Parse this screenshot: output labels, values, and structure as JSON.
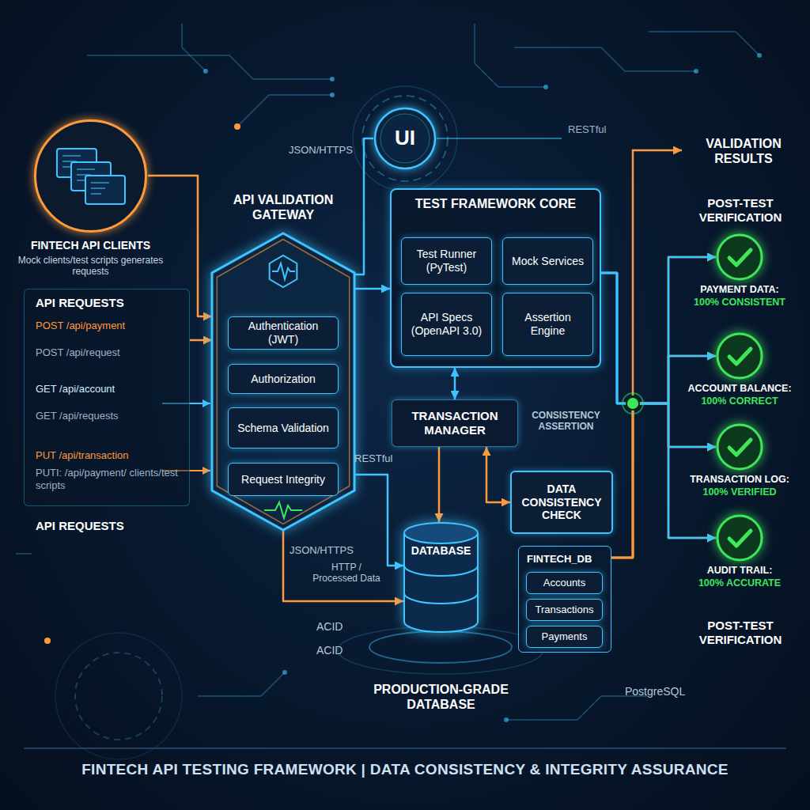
{
  "diagram": {
    "caption": "FINTECH API TESTING FRAMEWORK | DATA CONSISTENCY & INTEGRITY ASSURANCE",
    "nodes": [
      {
        "text": [
          "FINTECH API CLIENTS",
          "Mock clients/test scripts generates requests"
        ]
      },
      {
        "text": [
          "API REQUESTS",
          "POST /api/payment",
          "POST /api/request",
          "GET /api/account",
          "GET /api/requests",
          "PUT /api/transaction",
          "PUTI: /api/payment/ clients/test scripts",
          "API REQUESTS"
        ]
      },
      {
        "text": [
          "API VALIDATION GATEWAY"
        ]
      },
      {
        "text": [
          "Authentication (JWT)"
        ],
        "in": 2
      },
      {
        "text": [
          "Authorization"
        ],
        "in": 2
      },
      {
        "text": [
          "Schema Validation"
        ],
        "in": 2
      },
      {
        "text": [
          "Request Integrity"
        ],
        "in": 2
      },
      {
        "text": [
          "UI"
        ]
      },
      {
        "text": [
          "TEST FRAMEWORK CORE"
        ]
      },
      {
        "text": [
          "Test Runner (PyTest)"
        ],
        "in": 8
      },
      {
        "text": [
          "Mock Services"
        ],
        "in": 8
      },
      {
        "text": [
          "API Specs (OpenAPI 3.0)"
        ],
        "in": 8
      },
      {
        "text": [
          "Assertion Engine"
        ],
        "in": 8
      },
      {
        "text": [
          "TRANSACTION MANAGER"
        ]
      },
      {
        "text": [
          "DATA CONSISTENCY CHECK"
        ]
      },
      {
        "text": [
          "DATABASE",
          "PRODUCTION-GRADE DATABASE"
        ]
      },
      {
        "text": [
          "FINTECH_DB"
        ]
      },
      {
        "text": [
          "Accounts"
        ],
        "in": 16
      },
      {
        "text": [
          "Transactions"
        ],
        "in": 16
      },
      {
        "text": [
          "Payments"
        ],
        "in": 16
      },
      {
        "text": [
          "PAYMENT DATA:",
          "100% CONSISTENT"
        ]
      },
      {
        "text": [
          "ACCOUNT BALANCE:",
          "100% CORRECT"
        ]
      },
      {
        "text": [
          "TRANSACTION LOG:",
          "100% VERIFIED"
        ]
      },
      {
        "text": [
          "AUDIT TRAIL:",
          "100% ACCURATE"
        ]
      }
    ],
    "edges": [
      {
        "from": 0,
        "to": 2,
        "arrow": "to"
      },
      {
        "from": 1,
        "to": 2,
        "arrow": "to"
      },
      {
        "from": 2,
        "to": 7,
        "arrow": "none"
      },
      {
        "from": 2,
        "to": 8,
        "arrow": "to"
      },
      {
        "from": 2,
        "to": 15,
        "arrow": "to"
      },
      {
        "from": 2,
        "to": 15,
        "arrow": "to"
      },
      {
        "from": 8,
        "to": 13,
        "arrow": "both"
      },
      {
        "from": 13,
        "to": 15,
        "arrow": "to"
      },
      {
        "from": 13,
        "to": 14,
        "arrow": "both"
      },
      {
        "from": 16,
        "to": 20,
        "arrow": "to"
      },
      {
        "from": 16,
        "to": 21,
        "arrow": "to"
      },
      {
        "from": 16,
        "to": 22,
        "arrow": "to"
      },
      {
        "from": 16,
        "to": 23,
        "arrow": "to"
      },
      {
        "from": 8,
        "to": 20,
        "arrow": "to"
      },
      {
        "from": 8,
        "to": 21,
        "arrow": "to"
      },
      {
        "from": 8,
        "to": 22,
        "arrow": "to"
      },
      {
        "from": 8,
        "to": 23,
        "arrow": "to"
      }
    ],
    "labels": [
      "RESTful",
      "JSON/HTTPS",
      "VALIDATION RESULTS",
      "POST-TEST VERIFICATION",
      "CONSISTENCY ASSERTION",
      "RESTful",
      "JSON/HTTPS",
      "HTTP / Processed Data",
      "ACID",
      "ACID",
      "PostgreSQL",
      "POST-TEST VERIFICATION"
    ]
  }
}
